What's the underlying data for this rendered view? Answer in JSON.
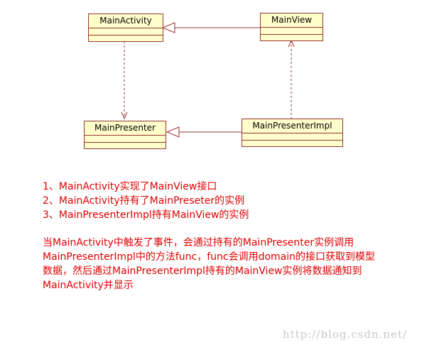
{
  "classes": {
    "main_activity": "MainActivity",
    "main_view": "MainView",
    "main_presenter": "MainPresenter",
    "main_presenter_impl": "MainPresenterImpl"
  },
  "notes": [
    "1、MainActivity实现了MainView接口",
    "2、MainActivity持有了MainPreseter的实例",
    "3、MainPresenterImpl持有MainView的实例"
  ],
  "description": [
    "当MainActivity中触发了事件，会通过持有的MainPresenter实例调用",
    "MainPresenterImpl中的方法func，func会调用domain的接口获取到模型",
    "数据，然后通过MainPresenterImpl持有的MainView实例将数据通知到",
    "MainActivity并显示"
  ],
  "watermark": "http://blog.csdn.net/",
  "colors": {
    "class_fill": "#ffffcc",
    "class_border": "#993333",
    "connector": "#993333",
    "note_text": "#e00000"
  }
}
